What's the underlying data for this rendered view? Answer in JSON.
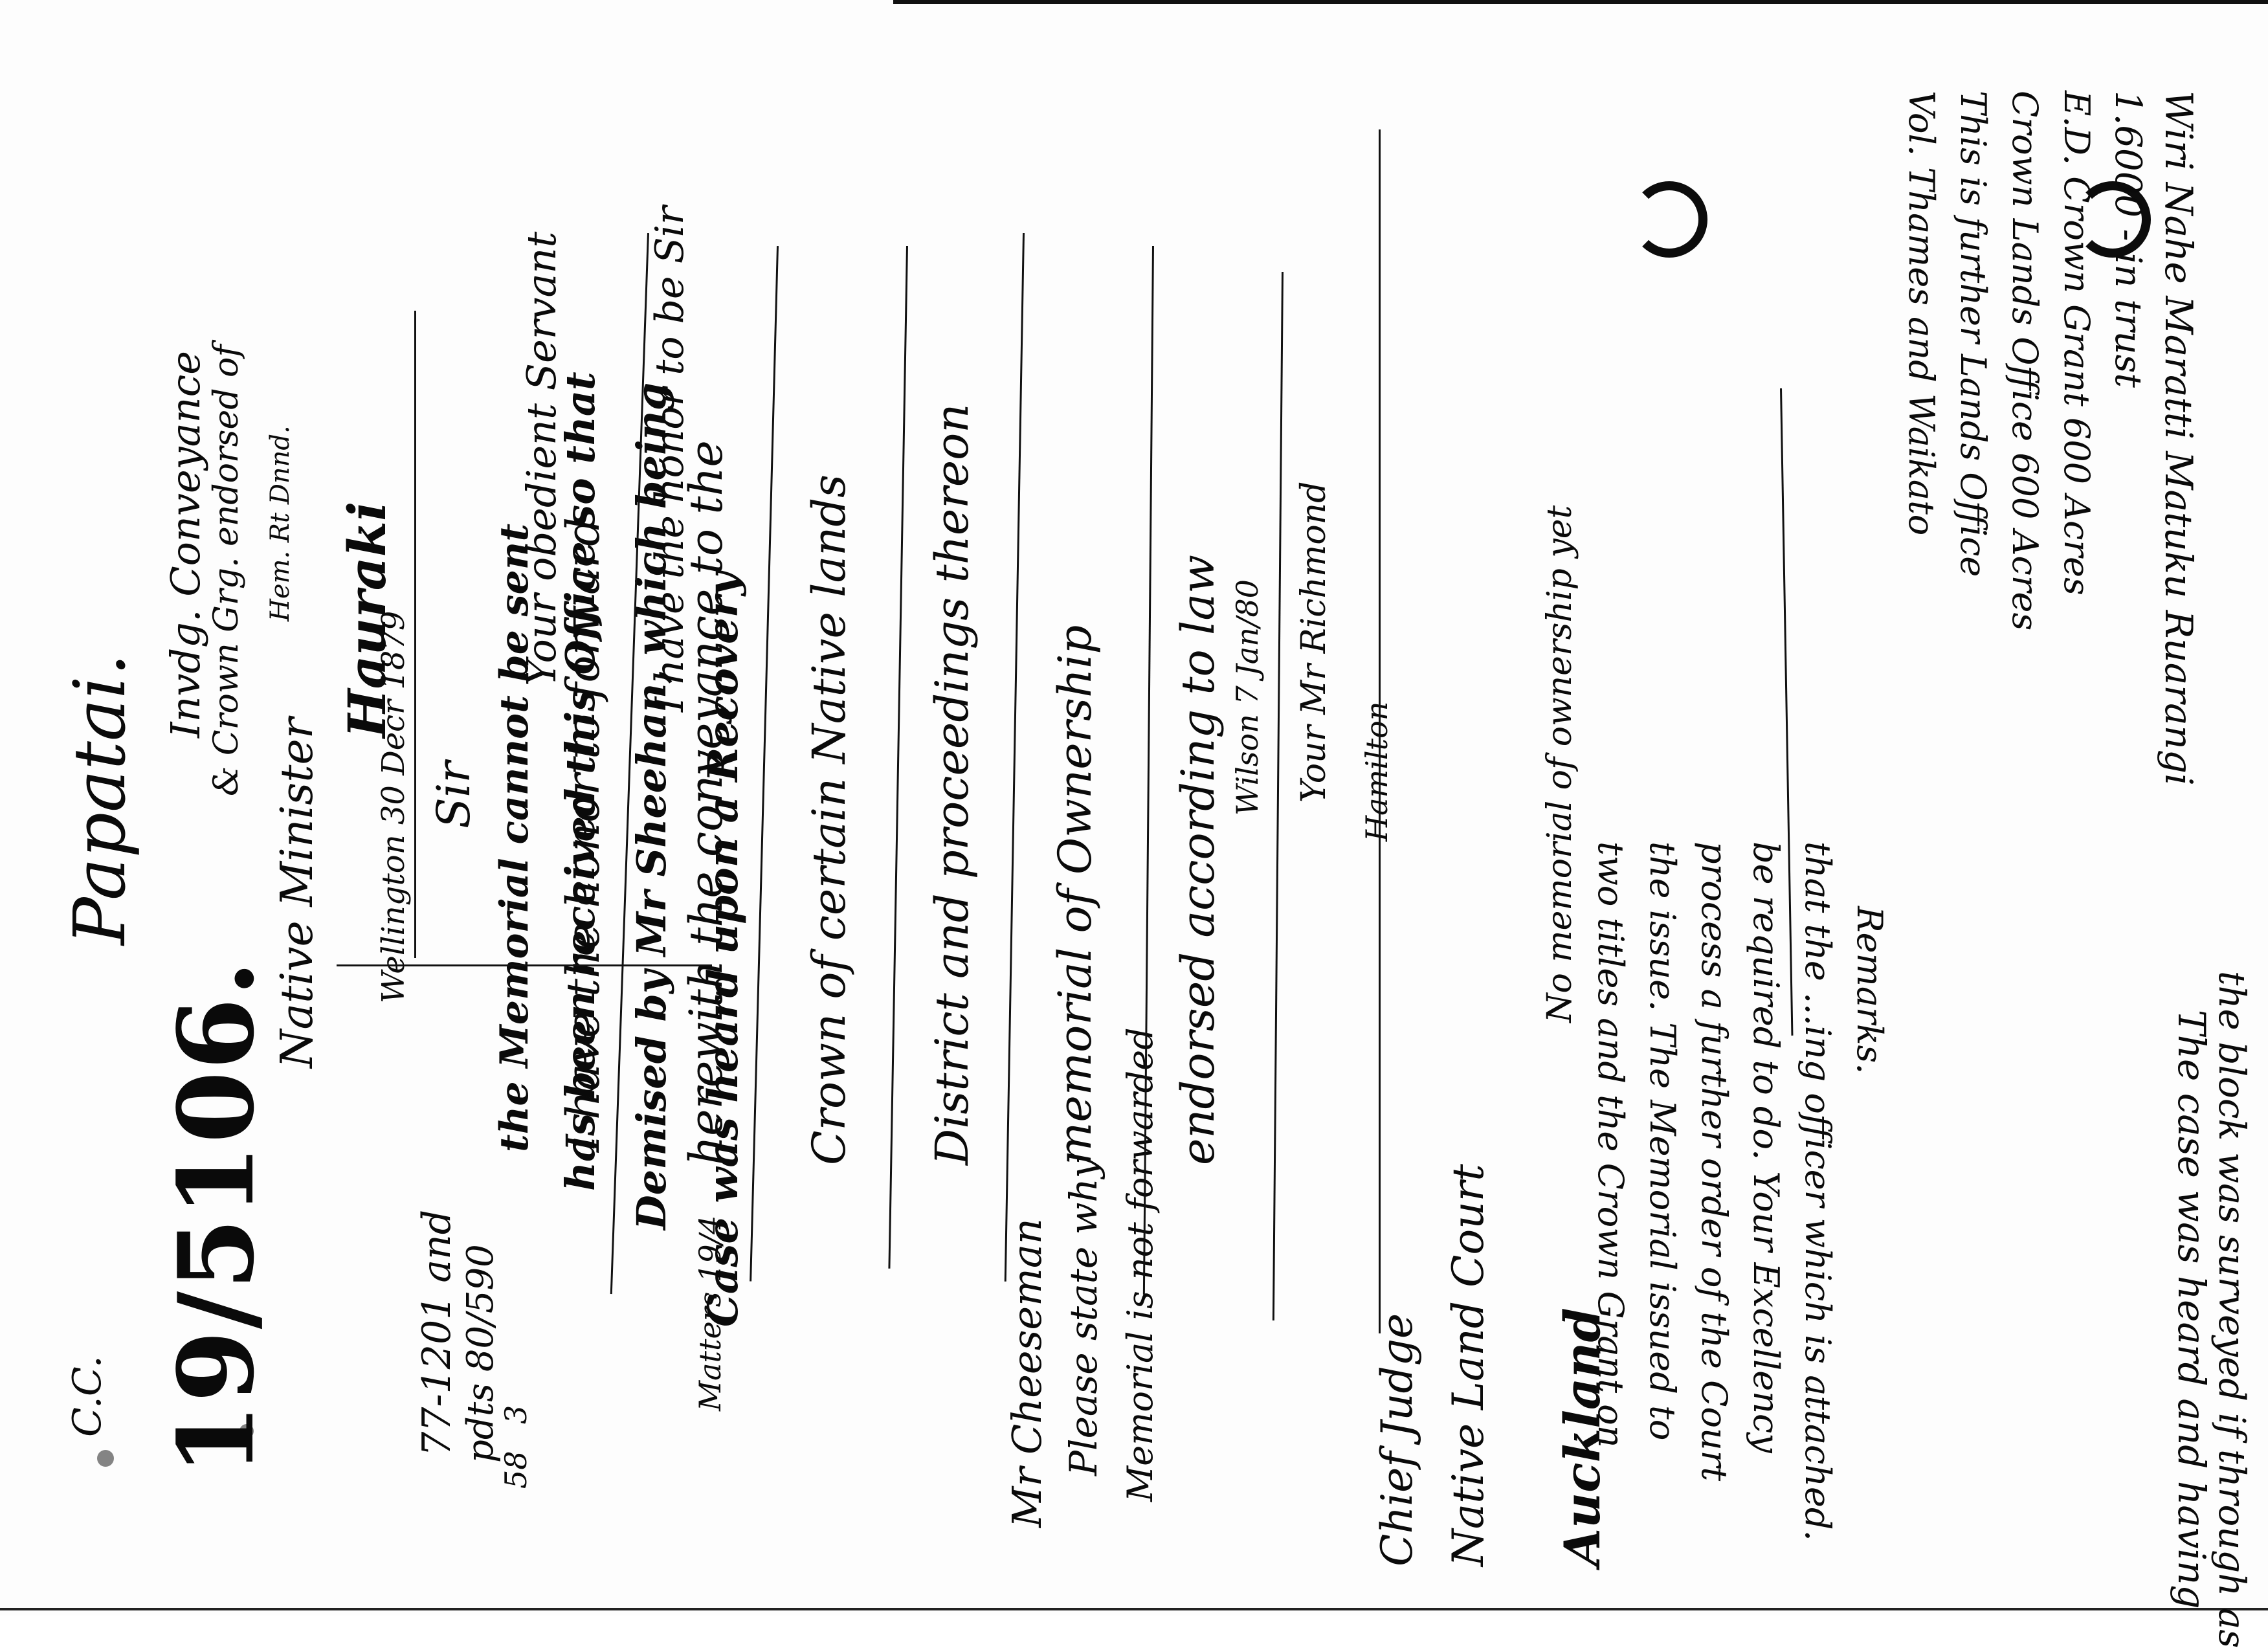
{
  "document": {
    "file_number": "19/5106.",
    "corner_mark": "C.C.",
    "references": {
      "line1": "77-1201 and",
      "line2": "pdts 80/590",
      "line3": "58",
      "line4": "3"
    },
    "header": {
      "place": "Papatai.",
      "subject": "Invdg. Conveyance",
      "subject2": "& Crown Grg. endorsed of",
      "author": "Native Minister",
      "author_note": "Hem. Rt Dnnd.",
      "location": "Hauraki",
      "from": "Wellington 30 Decr 1879"
    },
    "left_notes": {
      "note1": "Mr Cheeseman",
      "note2": "Please state why",
      "note3": "Memorial is not forwarded",
      "note4": "Matters 19/4"
    },
    "bold_notice": {
      "line1": "Case was heard upon a Recovery",
      "line2": "Demised by Mr Sheehan, which being",
      "line3": "has been received this Office so that",
      "line4": "the Memorial cannot be sent"
    },
    "main_letter": {
      "salutation": "Sir",
      "line1": "I have the honor to forward",
      "line2": "herewith the conveyance to the",
      "line3": "Crown of certain Native lands",
      "line4": "District and proceedings thereon",
      "line5": "memorial of Ownership",
      "line6": "endorsed according to law",
      "closing": "I have the honor to be Sir",
      "signature": "Your obedient Servant"
    },
    "addressees": {
      "line1": "Chief Judge",
      "line2": "Native Land Court",
      "line3": "Auckland"
    },
    "side_notes": {
      "n1": "No memorial of ownership yet",
      "n2": "Wilson 7 Jan/80",
      "n3": "Your Mr Richmond",
      "n4": "Hamilton"
    },
    "reversed_notes": {
      "r1": "The case was heard and having",
      "r2": "the block was surveyed if through as",
      "r3": "two titles and the Crown Grant on",
      "r4": "the issue. The Memorial issued to",
      "r5": "process a further order of the Court",
      "r6": "be required to do. Your Excellency",
      "r7": "that the ...ing officer which is attached.",
      "r8": "Remarks.",
      "r9": "Vol. Thames and Waikato",
      "r10": "This is further Lands Office",
      "r11": "Crown Lands Office 600 Acres",
      "r12": "E.D. Crown Grant 600 Acres",
      "r13": "1.6000 - in trust",
      "r14": "Wiri Nahe Maratti Matuku Ruarangi"
    }
  }
}
